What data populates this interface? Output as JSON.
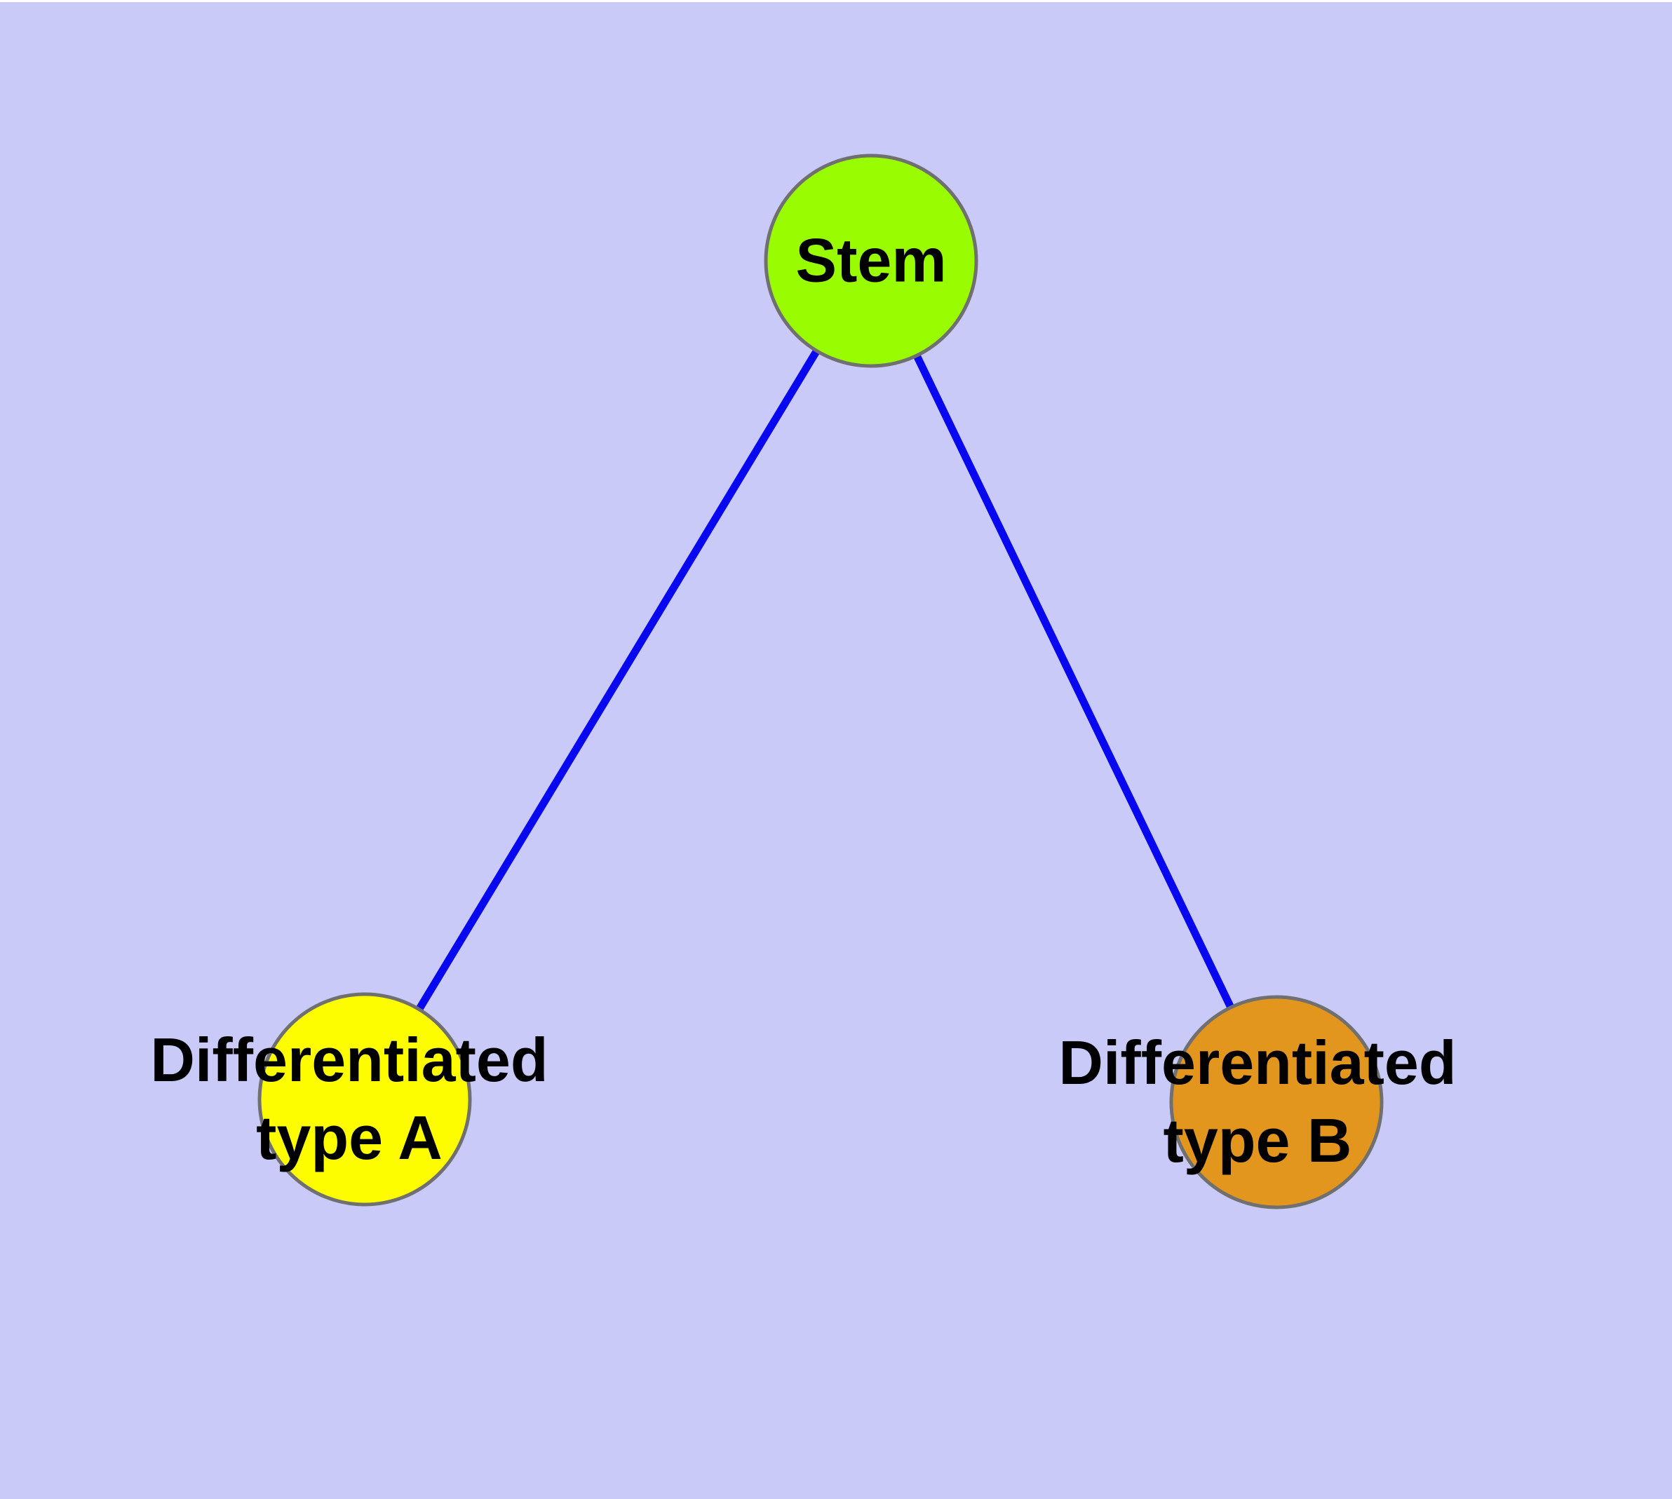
{
  "diagram": {
    "type": "node-link-graph",
    "nodes": [
      {
        "id": "stem",
        "label": "Stem",
        "fill": "#9afc00"
      },
      {
        "id": "differentiated-type-a",
        "label": "Differentiated\ntype A",
        "fill": "#fdfd00"
      },
      {
        "id": "differentiated-type-b",
        "label": "Differentiated\ntype B",
        "fill": "#e3961e"
      }
    ],
    "edges": [
      {
        "from": "stem",
        "to": "differentiated-type-a"
      },
      {
        "from": "stem",
        "to": "differentiated-type-b"
      }
    ],
    "colors": {
      "background": "#cacaf8",
      "edge": "#0808f0",
      "node_border": "#707070",
      "label": "#000000"
    }
  }
}
